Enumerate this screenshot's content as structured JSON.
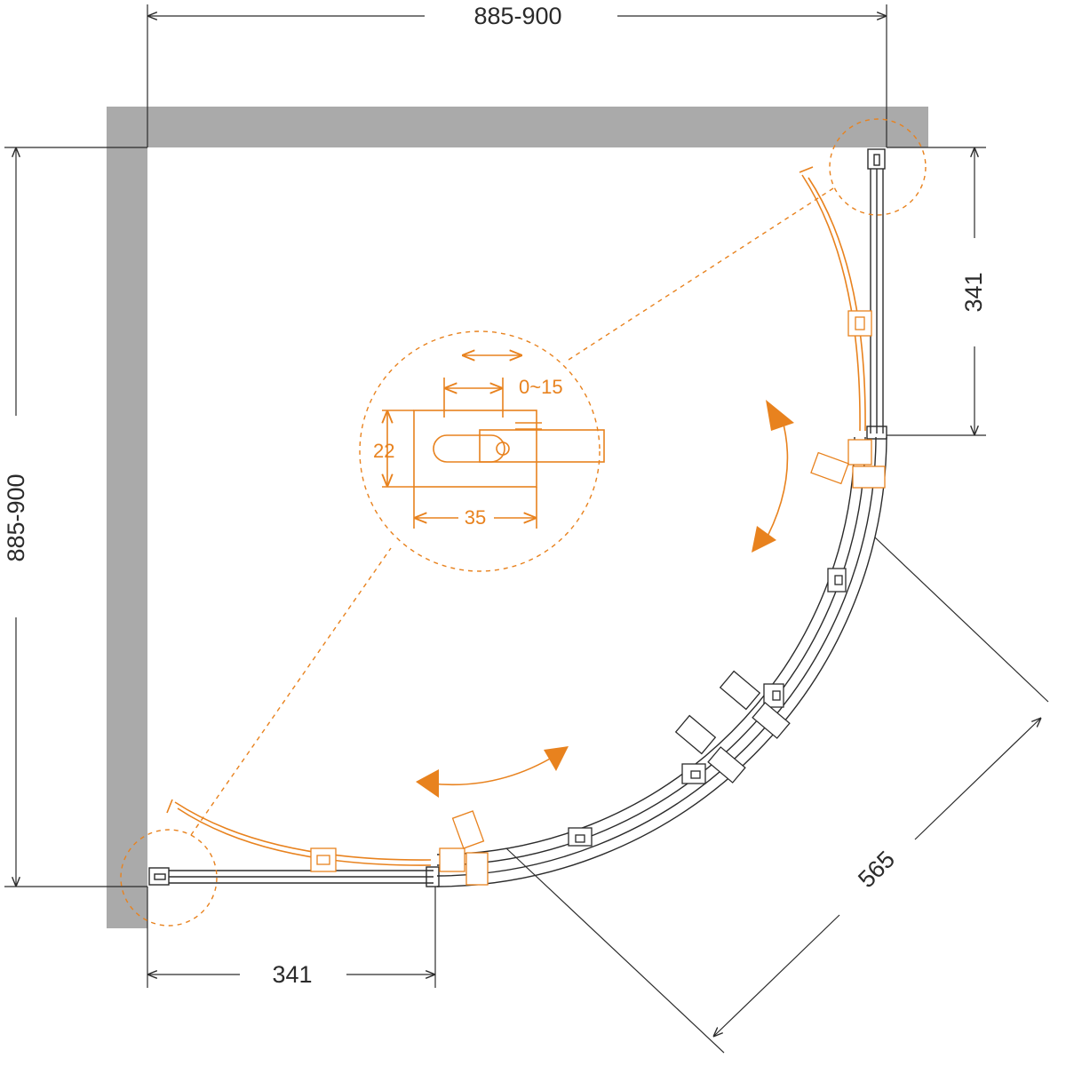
{
  "dimensions": {
    "top_width": "885-900",
    "left_height": "885-900",
    "right_segment": "341",
    "bottom_segment": "341",
    "diagonal": "565"
  },
  "detail": {
    "adjust_range": "0~15",
    "height": "22",
    "width": "35"
  },
  "colors": {
    "accent": "#e8821e",
    "wall": "#aaaaaa",
    "line": "#2b2b2b"
  }
}
